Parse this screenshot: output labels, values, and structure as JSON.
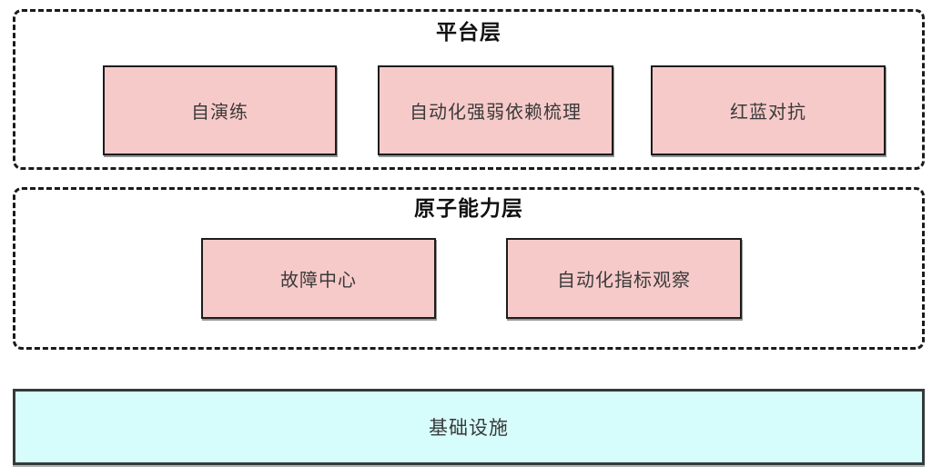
{
  "layers": [
    {
      "title": "平台层",
      "boxes": [
        {
          "label": "自演练"
        },
        {
          "label": "自动化强弱依赖梳理"
        },
        {
          "label": "红蓝对抗"
        }
      ]
    },
    {
      "title": "原子能力层",
      "boxes": [
        {
          "label": "故障中心"
        },
        {
          "label": "自动化指标观察"
        }
      ]
    }
  ],
  "infrastructure": {
    "label": "基础设施"
  },
  "colors": {
    "module_box_fill": "#f7caca",
    "module_box_border": "#1c1c1c",
    "layer_dashed_border": "#1a1a1a",
    "infrastructure_fill": "#d6fcfc",
    "infrastructure_border": "#333a3a",
    "title_text": "#111111",
    "label_text": "#3a3a3a",
    "background": "#ffffff"
  }
}
